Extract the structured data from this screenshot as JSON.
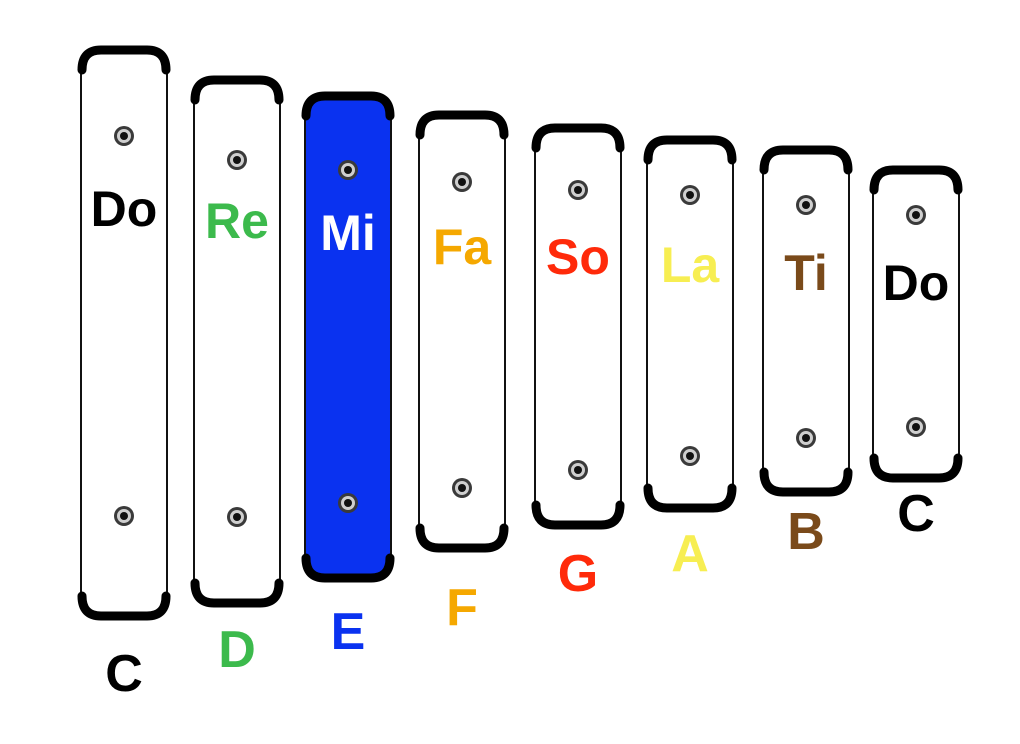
{
  "bars": [
    {
      "solfege": "Do",
      "letter": "C",
      "label_color": "#000000",
      "bar_color": "#ffffff"
    },
    {
      "solfege": "Re",
      "letter": "D",
      "label_color": "#3cba4c",
      "bar_color": "#ffffff"
    },
    {
      "solfege": "Mi",
      "letter": "E",
      "label_color": "#0a32f0",
      "bar_color": "#0a32f0",
      "solfege_text_color": "#ffffff"
    },
    {
      "solfege": "Fa",
      "letter": "F",
      "label_color": "#f5a800",
      "bar_color": "#ffffff"
    },
    {
      "solfege": "So",
      "letter": "G",
      "label_color": "#ff2a0a",
      "bar_color": "#ffffff"
    },
    {
      "solfege": "La",
      "letter": "A",
      "label_color": "#f7ee52",
      "bar_color": "#ffffff"
    },
    {
      "solfege": "Ti",
      "letter": "B",
      "label_color": "#7a4a1a",
      "bar_color": "#ffffff"
    },
    {
      "solfege": "Do",
      "letter": "C",
      "label_color": "#000000",
      "bar_color": "#ffffff"
    }
  ]
}
